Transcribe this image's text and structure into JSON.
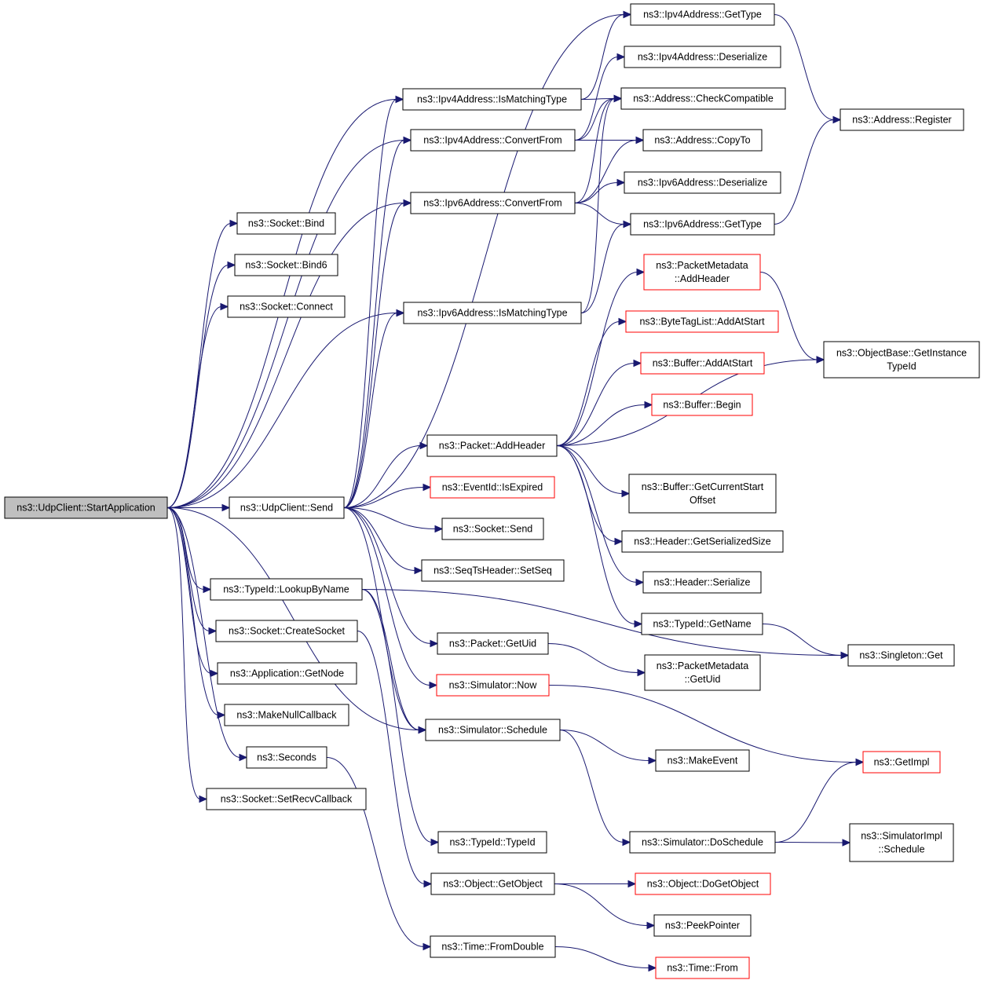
{
  "nodes": [
    {
      "id": "root",
      "label": [
        "ns3::UdpClient::StartApplication"
      ],
      "style": "root"
    },
    {
      "id": "bind",
      "label": [
        "ns3::Socket::Bind"
      ],
      "style": "normal"
    },
    {
      "id": "bind6",
      "label": [
        "ns3::Socket::Bind6"
      ],
      "style": "normal"
    },
    {
      "id": "connect",
      "label": [
        "ns3::Socket::Connect"
      ],
      "style": "normal"
    },
    {
      "id": "udpsend",
      "label": [
        "ns3::UdpClient::Send"
      ],
      "style": "normal"
    },
    {
      "id": "lookup",
      "label": [
        "ns3::TypeId::LookupByName"
      ],
      "style": "normal"
    },
    {
      "id": "createsocket",
      "label": [
        "ns3::Socket::CreateSocket"
      ],
      "style": "normal"
    },
    {
      "id": "getnode",
      "label": [
        "ns3::Application::GetNode"
      ],
      "style": "normal"
    },
    {
      "id": "makenull",
      "label": [
        "ns3::MakeNullCallback"
      ],
      "style": "normal"
    },
    {
      "id": "seconds",
      "label": [
        "ns3::Seconds"
      ],
      "style": "normal"
    },
    {
      "id": "setrecv",
      "label": [
        "ns3::Socket::SetRecvCallback"
      ],
      "style": "normal"
    },
    {
      "id": "v4ismatch",
      "label": [
        "ns3::Ipv4Address::IsMatchingType"
      ],
      "style": "normal"
    },
    {
      "id": "v4convert",
      "label": [
        "ns3::Ipv4Address::ConvertFrom"
      ],
      "style": "normal"
    },
    {
      "id": "v6convert",
      "label": [
        "ns3::Ipv6Address::ConvertFrom"
      ],
      "style": "normal"
    },
    {
      "id": "v6ismatch",
      "label": [
        "ns3::Ipv6Address::IsMatchingType"
      ],
      "style": "normal"
    },
    {
      "id": "pktaddheader",
      "label": [
        "ns3::Packet::AddHeader"
      ],
      "style": "normal"
    },
    {
      "id": "isexpired",
      "label": [
        "ns3::EventId::IsExpired"
      ],
      "style": "red"
    },
    {
      "id": "socksend",
      "label": [
        "ns3::Socket::Send"
      ],
      "style": "normal"
    },
    {
      "id": "setseq",
      "label": [
        "ns3::SeqTsHeader::SetSeq"
      ],
      "style": "normal"
    },
    {
      "id": "getuid",
      "label": [
        "ns3::Packet::GetUid"
      ],
      "style": "normal"
    },
    {
      "id": "simnow",
      "label": [
        "ns3::Simulator::Now"
      ],
      "style": "red"
    },
    {
      "id": "simschedule",
      "label": [
        "ns3::Simulator::Schedule"
      ],
      "style": "normal"
    },
    {
      "id": "typeid",
      "label": [
        "ns3::TypeId::TypeId"
      ],
      "style": "normal"
    },
    {
      "id": "getobject",
      "label": [
        "ns3::Object::GetObject"
      ],
      "style": "normal"
    },
    {
      "id": "fromdouble",
      "label": [
        "ns3::Time::FromDouble"
      ],
      "style": "normal"
    },
    {
      "id": "v4gettype",
      "label": [
        "ns3::Ipv4Address::GetType"
      ],
      "style": "normal"
    },
    {
      "id": "v4deser",
      "label": [
        "ns3::Ipv4Address::Deserialize"
      ],
      "style": "normal"
    },
    {
      "id": "checkcompat",
      "label": [
        "ns3::Address::CheckCompatible"
      ],
      "style": "normal"
    },
    {
      "id": "copyto",
      "label": [
        "ns3::Address::CopyTo"
      ],
      "style": "normal"
    },
    {
      "id": "v6deser",
      "label": [
        "ns3::Ipv6Address::Deserialize"
      ],
      "style": "normal"
    },
    {
      "id": "v6gettype",
      "label": [
        "ns3::Ipv6Address::GetType"
      ],
      "style": "normal"
    },
    {
      "id": "pmaddheader",
      "label": [
        "ns3::PacketMetadata",
        "::AddHeader"
      ],
      "style": "red"
    },
    {
      "id": "btladdstart",
      "label": [
        "ns3::ByteTagList::AddAtStart"
      ],
      "style": "red"
    },
    {
      "id": "bufaddstart",
      "label": [
        "ns3::Buffer::AddAtStart"
      ],
      "style": "red"
    },
    {
      "id": "bufbegin",
      "label": [
        "ns3::Buffer::Begin"
      ],
      "style": "red"
    },
    {
      "id": "bufcurstart",
      "label": [
        "ns3::Buffer::GetCurrentStart",
        "Offset"
      ],
      "style": "normal"
    },
    {
      "id": "hdrsersize",
      "label": [
        "ns3::Header::GetSerializedSize"
      ],
      "style": "normal"
    },
    {
      "id": "hdrserialize",
      "label": [
        "ns3::Header::Serialize"
      ],
      "style": "normal"
    },
    {
      "id": "tidgetname",
      "label": [
        "ns3::TypeId::GetName"
      ],
      "style": "normal"
    },
    {
      "id": "pmgetuid",
      "label": [
        "ns3::PacketMetadata",
        "::GetUid"
      ],
      "style": "normal"
    },
    {
      "id": "makeevent",
      "label": [
        "ns3::MakeEvent"
      ],
      "style": "normal"
    },
    {
      "id": "doschedule",
      "label": [
        "ns3::Simulator::DoSchedule"
      ],
      "style": "normal"
    },
    {
      "id": "dogetobject",
      "label": [
        "ns3::Object::DoGetObject"
      ],
      "style": "red"
    },
    {
      "id": "peekptr",
      "label": [
        "ns3::PeekPointer"
      ],
      "style": "normal"
    },
    {
      "id": "timefrom",
      "label": [
        "ns3::Time::From"
      ],
      "style": "red"
    },
    {
      "id": "addrregister",
      "label": [
        "ns3::Address::Register"
      ],
      "style": "normal"
    },
    {
      "id": "getinstancetid",
      "label": [
        "ns3::ObjectBase::GetInstance",
        "TypeId"
      ],
      "style": "normal"
    },
    {
      "id": "singletonget",
      "label": [
        "ns3::Singleton::Get"
      ],
      "style": "normal"
    },
    {
      "id": "getimpl",
      "label": [
        "ns3::GetImpl"
      ],
      "style": "red"
    },
    {
      "id": "simimplsched",
      "label": [
        "ns3::SimulatorImpl",
        "::Schedule"
      ],
      "style": "normal"
    }
  ],
  "edges": [
    [
      "root",
      "bind"
    ],
    [
      "root",
      "bind6"
    ],
    [
      "root",
      "connect"
    ],
    [
      "root",
      "udpsend"
    ],
    [
      "root",
      "lookup"
    ],
    [
      "root",
      "createsocket"
    ],
    [
      "root",
      "getnode"
    ],
    [
      "root",
      "makenull"
    ],
    [
      "root",
      "seconds"
    ],
    [
      "root",
      "setrecv"
    ],
    [
      "root",
      "v4ismatch"
    ],
    [
      "root",
      "v4convert"
    ],
    [
      "root",
      "v6convert"
    ],
    [
      "root",
      "v6ismatch"
    ],
    [
      "root",
      "simschedule"
    ],
    [
      "udpsend",
      "v4ismatch"
    ],
    [
      "udpsend",
      "v4convert"
    ],
    [
      "udpsend",
      "v6convert"
    ],
    [
      "udpsend",
      "v6ismatch"
    ],
    [
      "udpsend",
      "pktaddheader"
    ],
    [
      "udpsend",
      "isexpired"
    ],
    [
      "udpsend",
      "socksend"
    ],
    [
      "udpsend",
      "setseq"
    ],
    [
      "udpsend",
      "getuid"
    ],
    [
      "udpsend",
      "simnow"
    ],
    [
      "udpsend",
      "simschedule"
    ],
    [
      "udpsend",
      "v4gettype"
    ],
    [
      "v4ismatch",
      "v4gettype"
    ],
    [
      "v4ismatch",
      "checkcompat"
    ],
    [
      "v4convert",
      "v4deser"
    ],
    [
      "v4convert",
      "checkcompat"
    ],
    [
      "v4convert",
      "copyto"
    ],
    [
      "v6convert",
      "checkcompat"
    ],
    [
      "v6convert",
      "copyto"
    ],
    [
      "v6convert",
      "v6deser"
    ],
    [
      "v6convert",
      "v6gettype"
    ],
    [
      "v6ismatch",
      "v6gettype"
    ],
    [
      "v6ismatch",
      "checkcompat"
    ],
    [
      "v4gettype",
      "addrregister"
    ],
    [
      "v6gettype",
      "addrregister"
    ],
    [
      "pktaddheader",
      "pmaddheader"
    ],
    [
      "pktaddheader",
      "btladdstart"
    ],
    [
      "pktaddheader",
      "bufaddstart"
    ],
    [
      "pktaddheader",
      "bufbegin"
    ],
    [
      "pktaddheader",
      "bufcurstart"
    ],
    [
      "pktaddheader",
      "hdrsersize"
    ],
    [
      "pktaddheader",
      "hdrserialize"
    ],
    [
      "pktaddheader",
      "tidgetname"
    ],
    [
      "pktaddheader",
      "getinstancetid"
    ],
    [
      "pmaddheader",
      "getinstancetid"
    ],
    [
      "tidgetname",
      "singletonget"
    ],
    [
      "getuid",
      "pmgetuid"
    ],
    [
      "simnow",
      "getimpl"
    ],
    [
      "simschedule",
      "makeevent"
    ],
    [
      "simschedule",
      "doschedule"
    ],
    [
      "doschedule",
      "getimpl"
    ],
    [
      "doschedule",
      "simimplsched"
    ],
    [
      "lookup",
      "singletonget"
    ],
    [
      "lookup",
      "typeid"
    ],
    [
      "lookup",
      "simschedule"
    ],
    [
      "createsocket",
      "getobject"
    ],
    [
      "seconds",
      "fromdouble"
    ],
    [
      "getobject",
      "dogetobject"
    ],
    [
      "getobject",
      "peekptr"
    ],
    [
      "fromdouble",
      "timefrom"
    ]
  ]
}
